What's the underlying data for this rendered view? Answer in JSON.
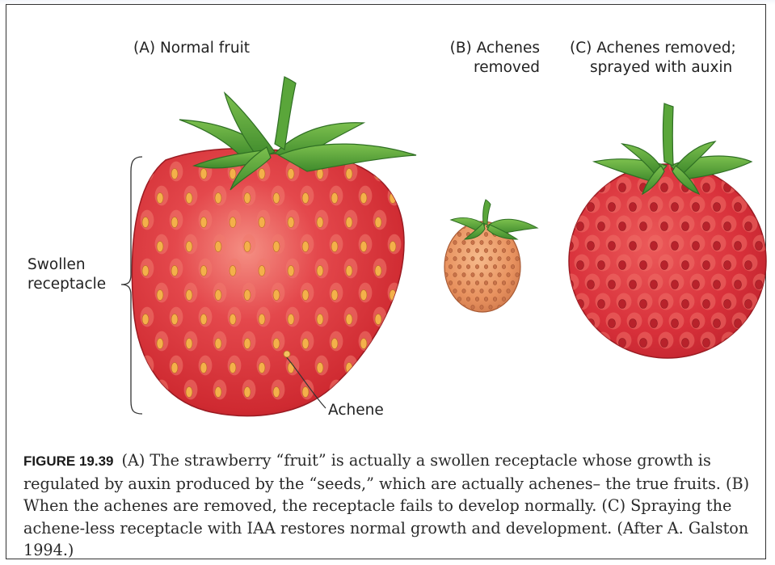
{
  "panels": {
    "a_label": "(A) Normal fruit",
    "b_label_line1": "(B) Achenes",
    "b_label_line2": "removed",
    "c_label_line1": "(C) Achenes removed;",
    "c_label_line2": "sprayed with auxin"
  },
  "callouts": {
    "swollen_line1": "Swollen",
    "swollen_line2": "receptacle",
    "achene": "Achene"
  },
  "caption": {
    "number": "FIGURE 19.39",
    "text": "(A) The strawberry “fruit” is actually a swollen receptacle whose growth is regulated by auxin produced by the “seeds,” which are actually achenes– the true fruits. (B) When the achenes are removed, the receptacle fails to develop normally. (C) Spraying the achene-less receptacle with IAA restores normal growth and development. (After A. Galston 1994.)"
  },
  "colors": {
    "berry_red": "#d8323a",
    "berry_dark": "#b11d25",
    "berry_highlight": "#f07a6e",
    "small_berry": "#e6956a",
    "leaf_green": "#5aa63a",
    "leaf_dark": "#2f6f24",
    "seed_yellow": "#f4b04a"
  }
}
